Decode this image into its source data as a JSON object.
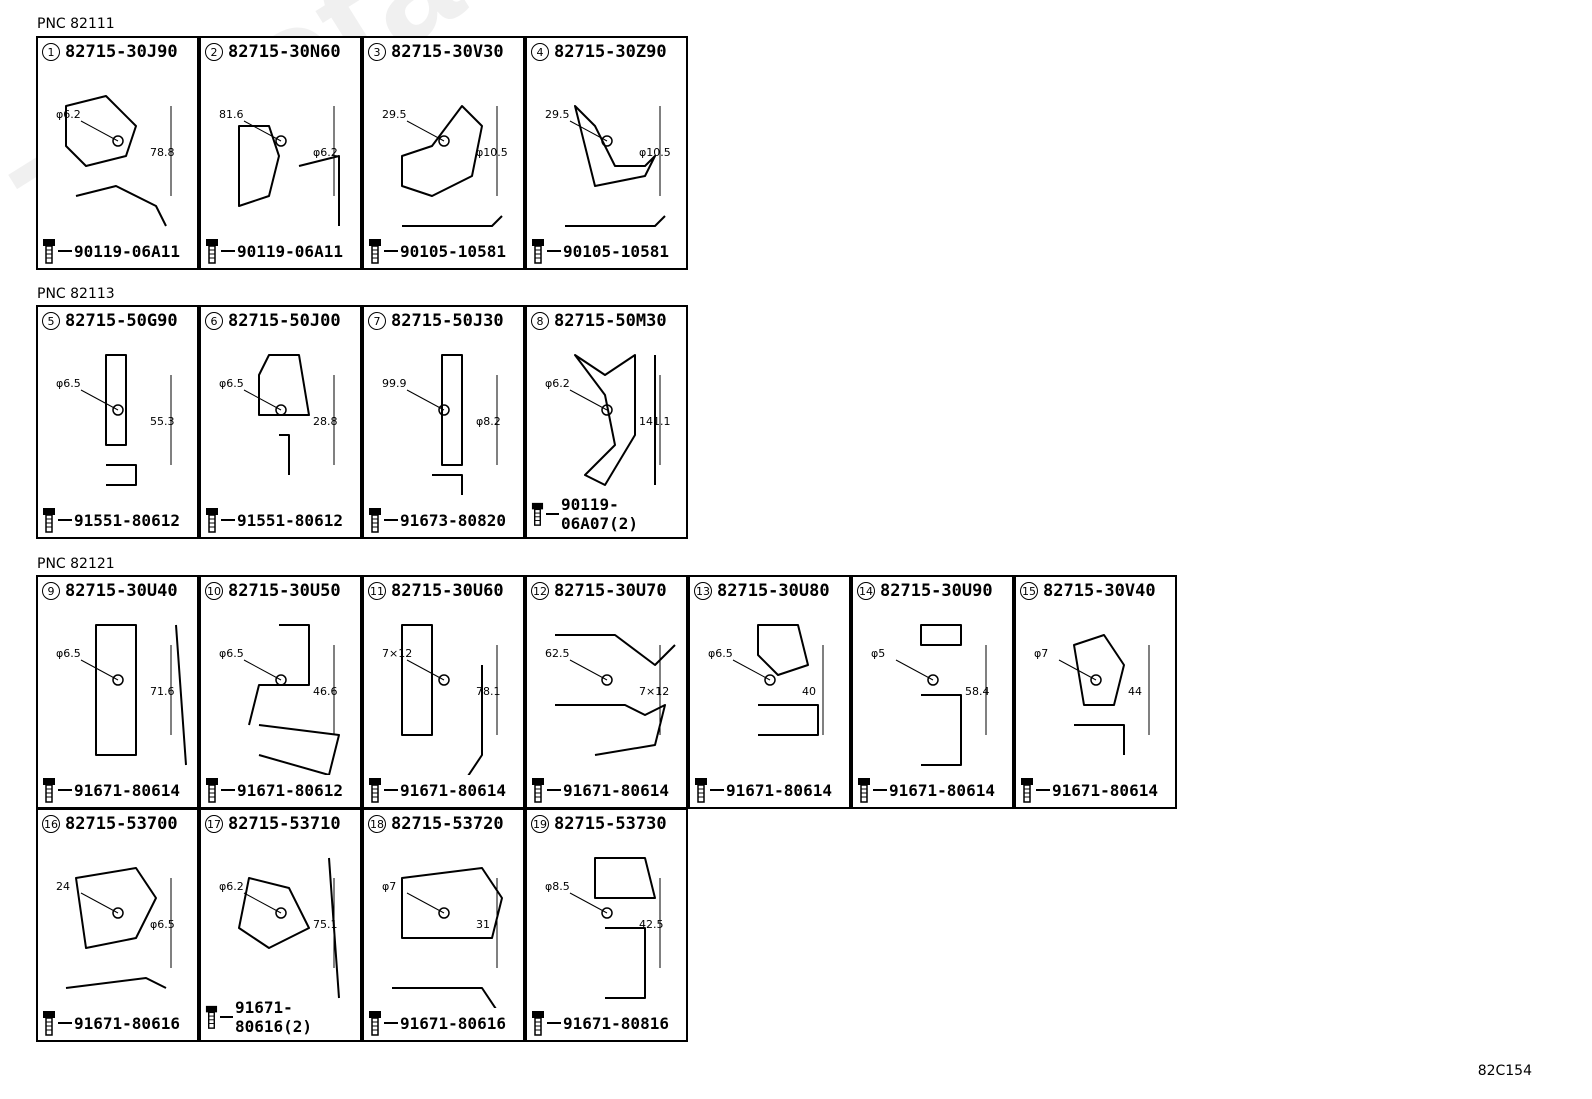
{
  "watermark": "ToyotaCarMine.ru",
  "figure_code": "82C154",
  "sections": [
    {
      "pnc": "PNC 82111",
      "parts": [
        {
          "n": "1",
          "part": "82715-30J90",
          "bolt": "90119-06A11",
          "dims": [
            "φ6.2",
            "78.8"
          ]
        },
        {
          "n": "2",
          "part": "82715-30N60",
          "bolt": "90119-06A11",
          "dims": [
            "81.6",
            "φ6.2"
          ]
        },
        {
          "n": "3",
          "part": "82715-30V30",
          "bolt": "90105-10581",
          "dims": [
            "29.5",
            "φ10.5"
          ]
        },
        {
          "n": "4",
          "part": "82715-30Z90",
          "bolt": "90105-10581",
          "dims": [
            "29.5",
            "φ10.5"
          ]
        }
      ]
    },
    {
      "pnc": "PNC 82113",
      "parts": [
        {
          "n": "5",
          "part": "82715-50G90",
          "bolt": "91551-80612",
          "dims": [
            "φ6.5",
            "55.3"
          ]
        },
        {
          "n": "6",
          "part": "82715-50J00",
          "bolt": "91551-80612",
          "dims": [
            "φ6.5",
            "28.8"
          ]
        },
        {
          "n": "7",
          "part": "82715-50J30",
          "bolt": "91673-80820",
          "dims": [
            "99.9",
            "φ8.2"
          ]
        },
        {
          "n": "8",
          "part": "82715-50M30",
          "bolt": "90119-06A07(2)",
          "dims": [
            "φ6.2",
            "141.1"
          ]
        }
      ]
    },
    {
      "pnc": "PNC 82121",
      "parts": [
        {
          "n": "9",
          "part": "82715-30U40",
          "bolt": "91671-80614",
          "dims": [
            "φ6.5",
            "71.6"
          ]
        },
        {
          "n": "10",
          "part": "82715-30U50",
          "bolt": "91671-80612",
          "dims": [
            "φ6.5",
            "46.6"
          ]
        },
        {
          "n": "11",
          "part": "82715-30U60",
          "bolt": "91671-80614",
          "dims": [
            "7×12",
            "78.1"
          ]
        },
        {
          "n": "12",
          "part": "82715-30U70",
          "bolt": "91671-80614",
          "dims": [
            "62.5",
            "7×12"
          ]
        },
        {
          "n": "13",
          "part": "82715-30U80",
          "bolt": "91671-80614",
          "dims": [
            "φ6.5",
            "40"
          ]
        },
        {
          "n": "14",
          "part": "82715-30U90",
          "bolt": "91671-80614",
          "dims": [
            "φ5",
            "58.4"
          ]
        },
        {
          "n": "15",
          "part": "82715-30V40",
          "bolt": "91671-80614",
          "dims": [
            "φ7",
            "44"
          ]
        },
        {
          "n": "16",
          "part": "82715-53700",
          "bolt": "91671-80616",
          "dims": [
            "24",
            "φ6.5"
          ]
        },
        {
          "n": "17",
          "part": "82715-53710",
          "bolt": "91671-80616(2)",
          "dims": [
            "φ6.2",
            "75.1"
          ]
        },
        {
          "n": "18",
          "part": "82715-53720",
          "bolt": "91671-80616",
          "dims": [
            "φ7",
            "31"
          ]
        },
        {
          "n": "19",
          "part": "82715-53730",
          "bolt": "91671-80816",
          "dims": [
            "φ8.5",
            "42.5"
          ]
        }
      ]
    }
  ]
}
